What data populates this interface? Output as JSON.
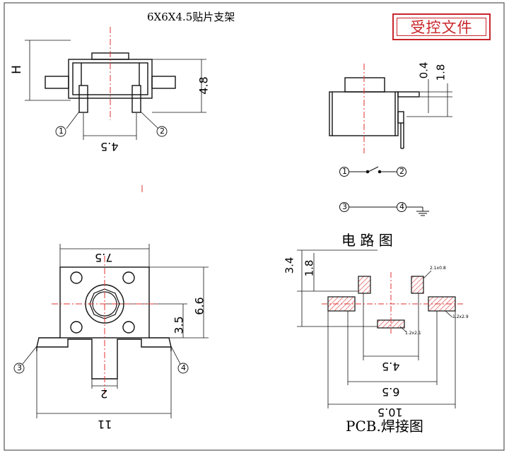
{
  "title": "6X6X4.5贴片支架",
  "stamp": "受控文件",
  "captions": {
    "circuit": "电 路 图",
    "pcb": "PCB.焊接图"
  },
  "pins": [
    "1",
    "2",
    "3",
    "4"
  ],
  "side_view": {
    "h_label": "H",
    "height": "4.8",
    "pin_pitch": "4.5"
  },
  "right_view": {
    "dim_a": "0.4",
    "dim_b": "1.8"
  },
  "bottom_view": {
    "width": "7.5",
    "height": "6.6",
    "half_height": "3.5",
    "tab": "2",
    "overall": "11"
  },
  "pcb": {
    "dim_34": "3.4",
    "dim_18": "1.8",
    "pitch_45": "4.5",
    "pitch_65": "6.5",
    "overall_105": "10.5",
    "small_a": "2.1x0.8",
    "small_b": "1.2x2.9",
    "small_c": "1.2x2.1"
  }
}
